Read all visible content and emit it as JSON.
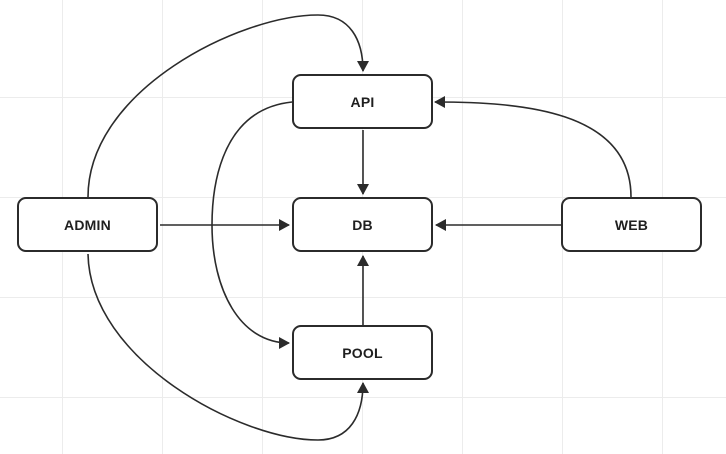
{
  "nodes": {
    "api": "API",
    "db": "DB",
    "admin": "ADMIN",
    "web": "WEB",
    "pool": "POOL"
  },
  "edges": [
    {
      "from": "ADMIN",
      "to": "API"
    },
    {
      "from": "ADMIN",
      "to": "DB"
    },
    {
      "from": "ADMIN",
      "to": "POOL"
    },
    {
      "from": "API",
      "to": "DB"
    },
    {
      "from": "API",
      "to": "POOL"
    },
    {
      "from": "WEB",
      "to": "API"
    },
    {
      "from": "WEB",
      "to": "DB"
    },
    {
      "from": "POOL",
      "to": "DB"
    }
  ],
  "colors": {
    "stroke": "#2b2b2b",
    "grid": "#ececec",
    "background": "#ffffff"
  }
}
